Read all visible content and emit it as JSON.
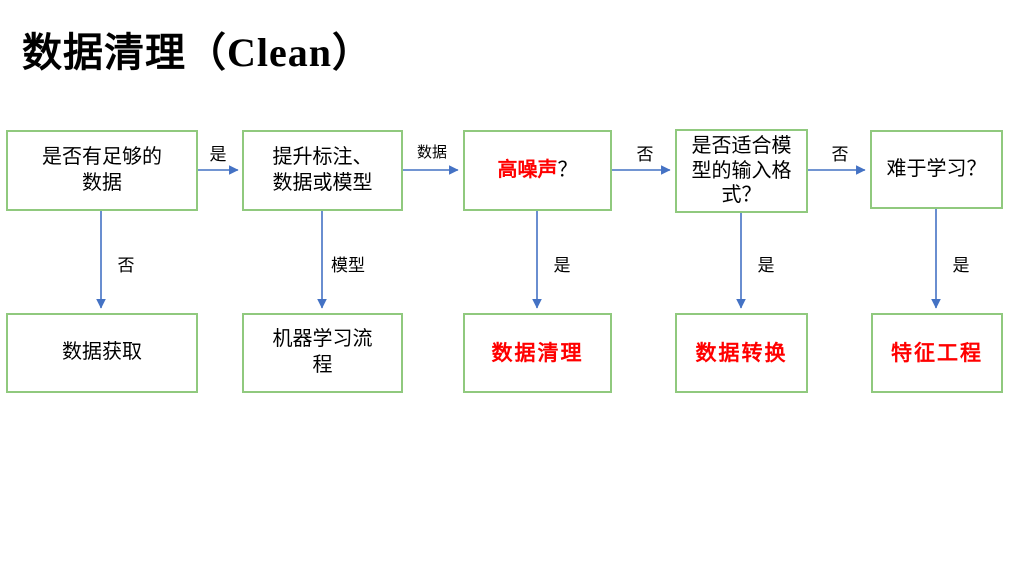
{
  "title": "数据清理（Clean）",
  "colors": {
    "box_border": "#90c97e",
    "arrow": "#4472c4",
    "highlight_red": "#ff0000",
    "text": "#000000",
    "background": "#ffffff"
  },
  "flow": {
    "row1": [
      {
        "id": "enough-data",
        "text": "是否有足够的\n数据"
      },
      {
        "id": "improve",
        "text": "提升标注、\n数据或模型"
      },
      {
        "id": "high-noise",
        "text_red": "高噪声",
        "text_black": "？"
      },
      {
        "id": "fit-format",
        "text": "是否适合模\n型的输入格\n式？"
      },
      {
        "id": "hard-to-learn",
        "text": "难于学习？"
      }
    ],
    "row2": [
      {
        "id": "data-acquisition",
        "text": "数据获取"
      },
      {
        "id": "ml-pipeline",
        "text": "机器学习流\n程"
      },
      {
        "id": "data-cleaning",
        "text": "数据清理"
      },
      {
        "id": "data-transform",
        "text": "数据转换"
      },
      {
        "id": "feature-engineering",
        "text": "特征工程"
      }
    ],
    "h_labels": [
      {
        "text": "是"
      },
      {
        "text": "数据"
      },
      {
        "text": "否"
      },
      {
        "text": "否"
      }
    ],
    "v_labels": [
      {
        "text": "否"
      },
      {
        "text": "模型"
      },
      {
        "text": "是"
      },
      {
        "text": "是"
      },
      {
        "text": "是"
      }
    ]
  }
}
